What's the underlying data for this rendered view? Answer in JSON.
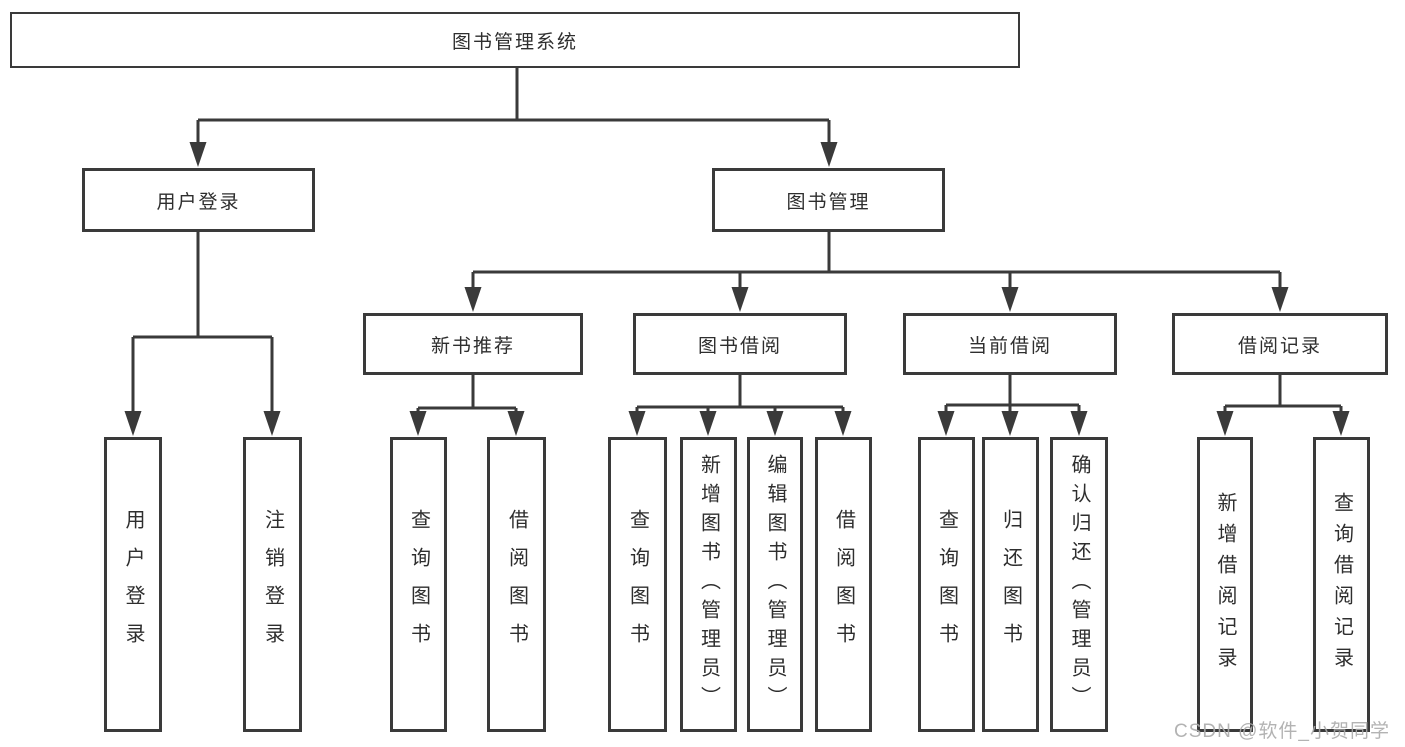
{
  "tree": {
    "root": "图书管理系统",
    "branches": [
      {
        "label": "用户登录",
        "children": [
          "用户登录",
          "注销登录"
        ]
      },
      {
        "label": "图书管理",
        "sections": [
          {
            "label": "新书推荐",
            "children": [
              "查询图书",
              "借阅图书"
            ]
          },
          {
            "label": "图书借阅",
            "children": [
              "查询图书",
              "新增图书（管理员）",
              "编辑图书（管理员）",
              "借阅图书"
            ]
          },
          {
            "label": "当前借阅",
            "children": [
              "查询图书",
              "归还图书",
              "确认归还（管理员）"
            ]
          },
          {
            "label": "借阅记录",
            "children": [
              "新增借阅记录",
              "查询借阅记录"
            ]
          }
        ]
      }
    ]
  },
  "watermark": "CSDN @软件_小贺同学",
  "colors": {
    "line": "#3a3a3a",
    "text": "#2e2e2e",
    "watermark_gray": "#ababab",
    "background": "#ffffff"
  }
}
